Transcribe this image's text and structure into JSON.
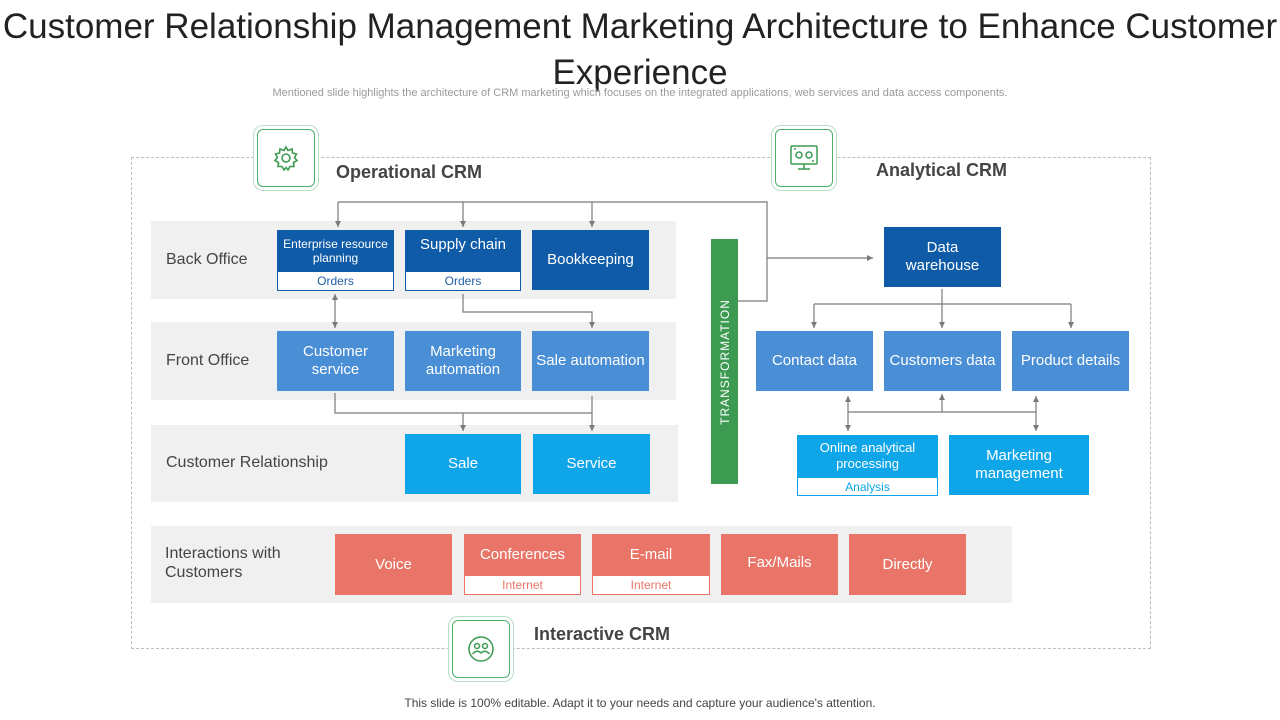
{
  "title": "Customer Relationship Management Marketing Architecture to Enhance Customer Experience",
  "subtitle": "Mentioned slide highlights the architecture of CRM marketing which focuses on the integrated applications, web services and data access components.",
  "footer": "This slide is 100% editable. Adapt it to your needs and capture your audience's attention.",
  "sections": {
    "operational": "Operational CRM",
    "analytical": "Analytical CRM",
    "interactive": "Interactive CRM"
  },
  "icons": {
    "operational": "gear-icon",
    "analytical": "monitor-settings-icon",
    "interactive": "people-cycle-icon"
  },
  "rows": {
    "back_office": "Back Office",
    "front_office": "Front Office",
    "customer_relationship": "Customer Relationship",
    "interactions": "Interactions with Customers"
  },
  "back_office": {
    "erp": "Enterprise resource planning",
    "erp_sub": "Orders",
    "supply_chain": "Supply chain",
    "supply_chain_sub": "Orders",
    "bookkeeping": "Bookkeeping"
  },
  "front_office": {
    "customer_service": "Customer service",
    "marketing_automation": "Marketing automation",
    "sale_automation": "Sale automation"
  },
  "customer_relationship": {
    "sale": "Sale",
    "service": "Service"
  },
  "interactions": {
    "voice": "Voice",
    "conferences": "Conferences",
    "conferences_sub": "Internet",
    "email": "E-mail",
    "email_sub": "Internet",
    "fax": "Fax/Mails",
    "directly": "Directly"
  },
  "transformation": "TRANSFORMATION",
  "analytical": {
    "data_warehouse": "Data warehouse",
    "contact_data": "Contact data",
    "customers_data": "Customers data",
    "product_details": "Product details",
    "olap": "Online analytical processing",
    "olap_sub": "Analysis",
    "marketing_management": "Marketing management"
  },
  "colors": {
    "dark_blue": "#0f5ba7",
    "mid_blue": "#4a8ed6",
    "cyan": "#0ea5e9",
    "salmon": "#e87567",
    "green": "#3d9a51"
  }
}
